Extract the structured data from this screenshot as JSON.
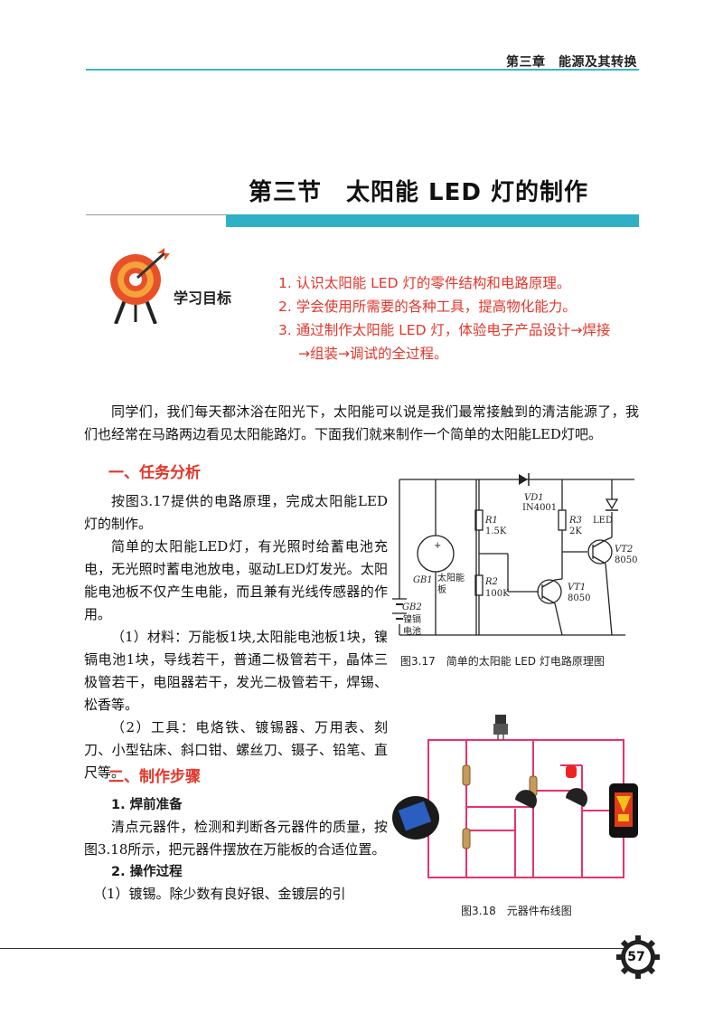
{
  "header": {
    "chapter": "第三章　能源及其转换"
  },
  "section_title": "第三节　太阳能 LED 灯的制作",
  "goals": {
    "label": "学习目标",
    "items": [
      "1. 认识太阳能 LED 灯的零件结构和电路原理。",
      "2. 学会使用所需要的各种工具，提高物化能力。",
      "3. 通过制作太阳能 LED 灯，体验电子产品设计→焊接",
      "→组装→调试的全过程。"
    ]
  },
  "intro": "同学们，我们每天都沐浴在阳光下，太阳能可以说是我们最常接触到的清洁能源了，我们也经常在马路两边看见太阳能路灯。下面我们就来制作一个简单的太阳能LED灯吧。",
  "section1": {
    "heading": "一、任务分析",
    "p1": "按图3.17提供的电路原理，完成太阳能LED灯的制作。",
    "p2": "简单的太阳能LED灯，有光照时给蓄电池充电，无光照时蓄电池放电，驱动LED灯发光。太阳能电池板不仅产生电能，而且兼有光线传感器的作用。",
    "p3": "（1）材料：万能板1块,太阳能电池板1块，镍镉电池1块，导线若干，普通二极管若干，晶体三极管若干，电阻器若干，发光二极管若干，焊锡、松香等。",
    "p4": "（2）工具：电烙铁、镀锡器、万用表、刻刀、小型钻床、斜口钳、螺丝刀、镊子、铅笔、直尺等。"
  },
  "section2": {
    "heading": "二、制作步骤",
    "sub1": "1. 焊前准备",
    "p1": "清点元器件，检测和判断各元器件的质量，按图3.18所示，把元器件摆放在万能板的合适位置。",
    "sub2": "2. 操作过程",
    "p2": "（1）镀锡。除少数有良好银、金镀层的引"
  },
  "figure317": {
    "caption": "图3.17　简单的太阳能 LED 灯电路原理图",
    "labels": {
      "vd1": "VD1",
      "vd1_model": "IN4001",
      "r1": "R1",
      "r1_val": "1.5K",
      "r3": "R3",
      "r3_val": "2K",
      "r2": "R2",
      "r2_val": "100K",
      "led": "LED",
      "vt2": "VT2",
      "vt2_model": "8050",
      "vt1": "VT1",
      "vt1_model": "8050",
      "gb1": "GB1",
      "gb1_name_1": "太阳能",
      "gb1_name_2": "板",
      "gb2": "GB2",
      "gb2_name_1": "镍镉",
      "gb2_name_2": "电池"
    }
  },
  "figure318": {
    "caption": "图3.18　元器件布线图"
  },
  "page_number": "57",
  "colors": {
    "accent": "#2fb0c6",
    "goal_text": "#e4352a",
    "heading": "#e4352a",
    "wire": "#e8336b"
  }
}
